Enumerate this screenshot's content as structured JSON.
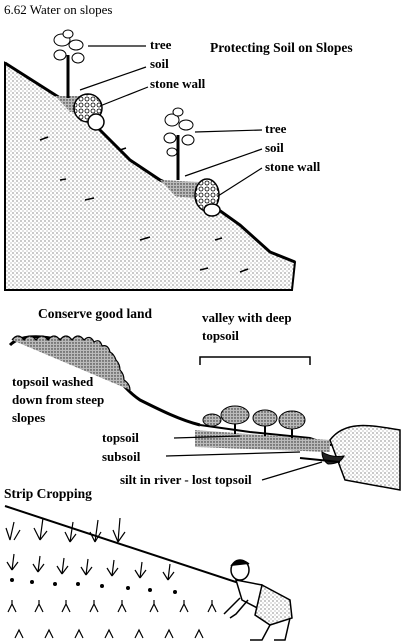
{
  "header": {
    "figure_title": "6.62 Water on slopes"
  },
  "panel1": {
    "title": "Protecting Soil on Slopes",
    "labels_upper": {
      "tree": "tree",
      "soil": "soil",
      "stone_wall": "stone wall"
    },
    "labels_lower": {
      "tree": "tree",
      "soil": "soil",
      "stone_wall": "stone wall"
    }
  },
  "panel2": {
    "title": "Conserve good land",
    "valley_label_line1": "valley with deep",
    "valley_label_line2": "topsoil",
    "washed_line1": "topsoil washed",
    "washed_line2": "down from steep",
    "washed_line3": "slopes",
    "topsoil": "topsoil",
    "subsoil": "subsoil",
    "silt": "silt in river - lost topsoil"
  },
  "panel3": {
    "title": "Strip Cropping"
  }
}
